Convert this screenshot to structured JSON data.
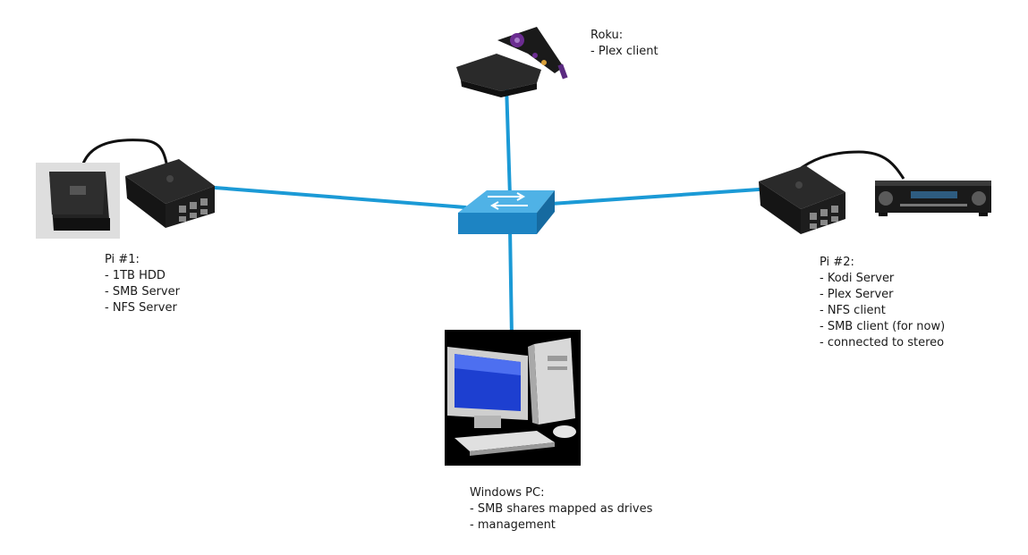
{
  "colors": {
    "link": "#1b9ad6",
    "switch": "#1d84c3",
    "device": "#1c1c1c",
    "monitor_screen": "#1d3fd0",
    "stereo": "#1a1a1a",
    "roku_accent": "#6b2c91"
  },
  "nodes": {
    "roku": {
      "title": "Roku:",
      "lines": [
        "- Plex client"
      ]
    },
    "pi1": {
      "title": "Pi #1:",
      "lines": [
        "- 1TB HDD",
        "- SMB Server",
        "- NFS Server"
      ]
    },
    "pi2": {
      "title": "Pi #2:",
      "lines": [
        "- Kodi Server",
        "- Plex Server",
        "- NFS client",
        "- SMB client (for now)",
        "- connected to stereo"
      ]
    },
    "pc": {
      "title": "Windows PC:",
      "lines": [
        "- SMB shares mapped as drives",
        "- management"
      ]
    }
  },
  "icons": {
    "hdd": "external-hdd-icon",
    "pi": "raspberry-pi-case-icon",
    "roku": "roku-device-icon",
    "switch": "network-switch-icon",
    "stereo": "av-receiver-icon",
    "pc": "desktop-computer-icon"
  }
}
